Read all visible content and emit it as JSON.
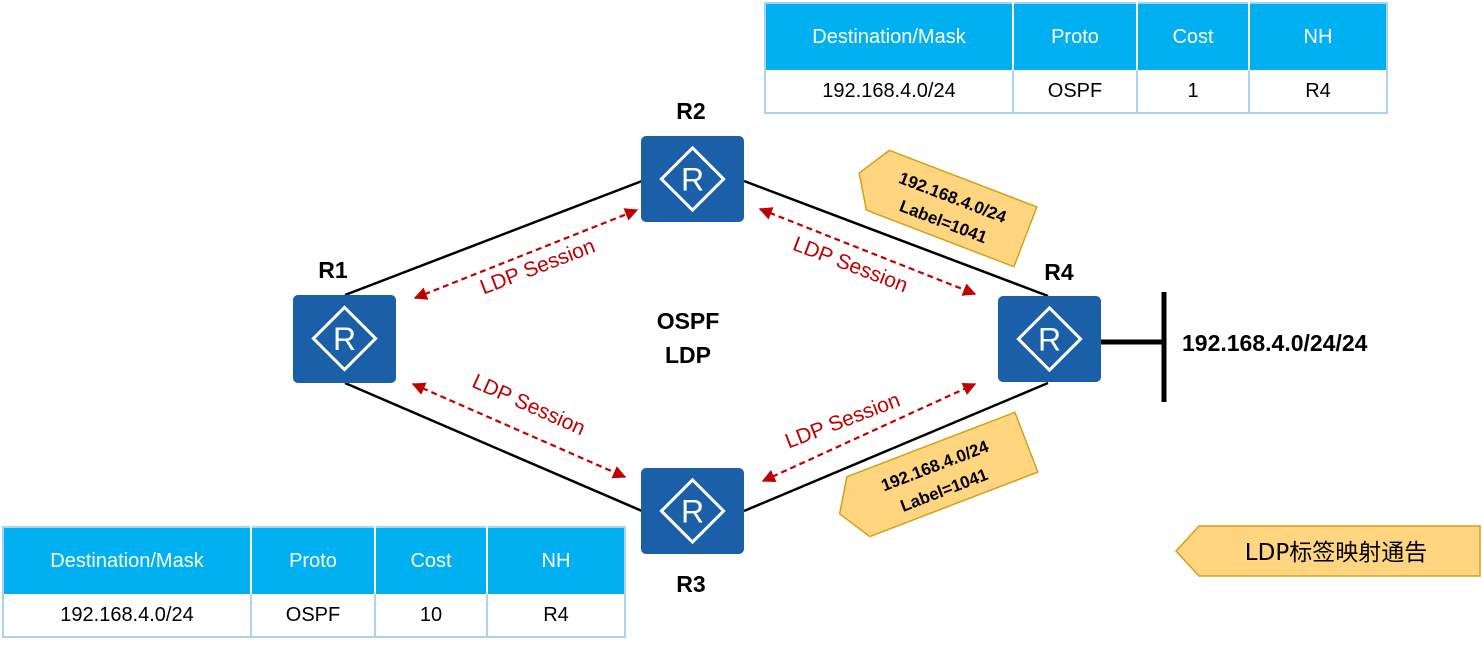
{
  "routers": [
    {
      "id": "R1",
      "label": "R1"
    },
    {
      "id": "R2",
      "label": "R2"
    },
    {
      "id": "R3",
      "label": "R3"
    },
    {
      "id": "R4",
      "label": "R4"
    }
  ],
  "router_icon_letter": "R",
  "center_labels": [
    "OSPF",
    "LDP"
  ],
  "session_label": "LDP Session",
  "network_label": "192.168.4.0/24/24",
  "mappings": [
    {
      "prefix": "192.168.4.0/24",
      "label": "Label=1041"
    },
    {
      "prefix": "192.168.4.0/24",
      "label": "Label=1041"
    }
  ],
  "legend": {
    "text": "LDP标签映射通告"
  },
  "tables": [
    {
      "headers": [
        "Destination/Mask",
        "Proto",
        "Cost",
        "NH"
      ],
      "rows": [
        [
          "192.168.4.0/24",
          "OSPF",
          "1",
          "R4"
        ]
      ]
    },
    {
      "headers": [
        "Destination/Mask",
        "Proto",
        "Cost",
        "NH"
      ],
      "rows": [
        [
          "192.168.4.0/24",
          "OSPF",
          "10",
          "R4"
        ]
      ]
    }
  ],
  "colors": {
    "router_fill": "#1a5fa8",
    "session_color": "#c00000",
    "flag_fill": "#ffd580",
    "table_header": "#00b0f0",
    "table_border": "#a9d3f0"
  }
}
